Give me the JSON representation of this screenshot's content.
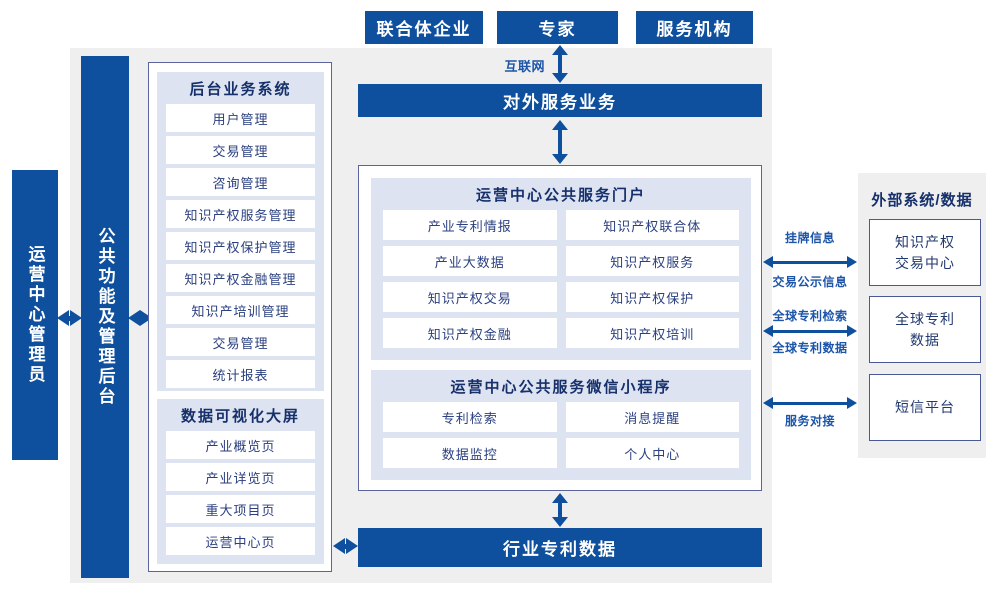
{
  "colors": {
    "primary_blue": "#0e4f9e",
    "panel_lavender": "#dde3f1",
    "background_gray": "#efefef",
    "border_indigo": "#5c639d",
    "item_text_navy": "#2b4080",
    "label_blue": "#1d55a9"
  },
  "top_actors": {
    "consortium": "联合体企业",
    "expert": "专家",
    "agency": "服务机构"
  },
  "internet_label": "互联网",
  "external_service_bar": "对外服务业务",
  "admin_box": "运营中心管理员",
  "backend_bar": "公共功能及管理后台",
  "backend_system": {
    "title": "后台业务系统",
    "items": [
      "用户管理",
      "交易管理",
      "咨询管理",
      "知识产权服务管理",
      "知识产权保护管理",
      "知识产权金融管理",
      "知识产培训管理",
      "交易管理",
      "统计报表"
    ]
  },
  "data_screen": {
    "title": "数据可视化大屏",
    "items": [
      "产业概览页",
      "产业详览页",
      "重大项目页",
      "运营中心页"
    ]
  },
  "portal": {
    "title": "运营中心公共服务门户",
    "items": [
      "产业专利情报",
      "知识产权联合体",
      "产业大数据",
      "知识产权服务",
      "知识产权交易",
      "知识产权保护",
      "知识产权金融",
      "知识产权培训"
    ]
  },
  "miniprogram": {
    "title": "运营中心公共服务微信小程序",
    "items": [
      "专利检索",
      "消息提醒",
      "数据监控",
      "个人中心"
    ]
  },
  "industry_bar": "行业专利数据",
  "external_panel": {
    "title": "外部系统/数据",
    "boxes": [
      "知识产权\n交易中心",
      "全球专利\n数据",
      "短信平台"
    ]
  },
  "links": {
    "listing_top": "挂牌信息",
    "listing_bottom": "交易公示信息",
    "global_top": "全球专利检索",
    "global_bottom": "全球专利数据",
    "service_bottom": "服务对接"
  }
}
